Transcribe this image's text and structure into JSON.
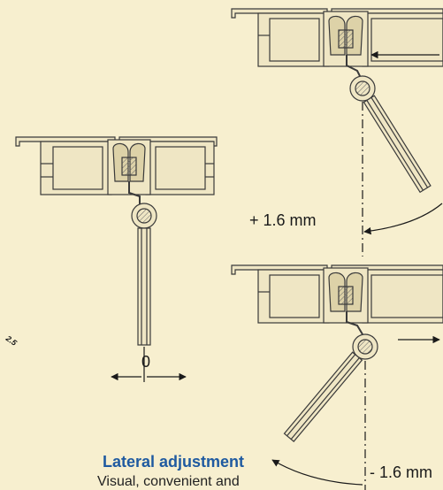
{
  "diagram": {
    "labels": {
      "center_offset": "0",
      "right_offset_positive": "+ 1.6 mm",
      "right_offset_negative": "- 1.6 mm",
      "side_mark": "2.5"
    },
    "colors": {
      "background": "#f7efcf",
      "line": "#3a3a3a",
      "fill": "#efe6c4",
      "heading": "#1f5aa0"
    }
  },
  "caption": {
    "title": "Lateral adjustment",
    "body": "Visual, convenient and"
  }
}
